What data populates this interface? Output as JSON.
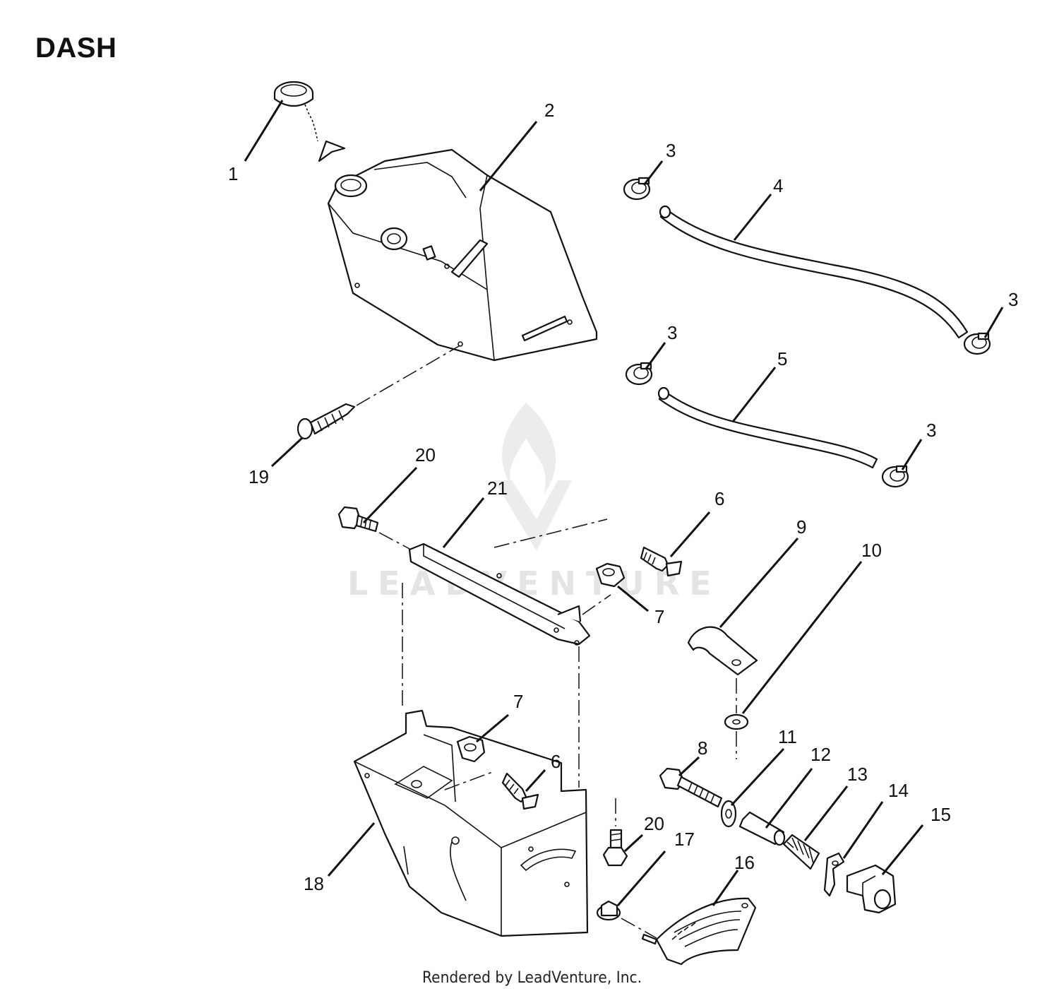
{
  "title": "DASH",
  "footer": "Rendered by LeadVenture, Inc.",
  "watermark": "LEADVENTURE",
  "callouts": [
    {
      "id": "c1",
      "label": "1"
    },
    {
      "id": "c2",
      "label": "2"
    },
    {
      "id": "c3a",
      "label": "3"
    },
    {
      "id": "c3b",
      "label": "3"
    },
    {
      "id": "c3c",
      "label": "3"
    },
    {
      "id": "c3d",
      "label": "3"
    },
    {
      "id": "c4",
      "label": "4"
    },
    {
      "id": "c5",
      "label": "5"
    },
    {
      "id": "c19",
      "label": "19"
    },
    {
      "id": "c20a",
      "label": "20"
    },
    {
      "id": "c21",
      "label": "21"
    },
    {
      "id": "c6a",
      "label": "6"
    },
    {
      "id": "c7a",
      "label": "7"
    },
    {
      "id": "c9",
      "label": "9"
    },
    {
      "id": "c10",
      "label": "10"
    },
    {
      "id": "c7b",
      "label": "7"
    },
    {
      "id": "c6b",
      "label": "6"
    },
    {
      "id": "c8",
      "label": "8"
    },
    {
      "id": "c11",
      "label": "11"
    },
    {
      "id": "c12",
      "label": "12"
    },
    {
      "id": "c13",
      "label": "13"
    },
    {
      "id": "c14",
      "label": "14"
    },
    {
      "id": "c15",
      "label": "15"
    },
    {
      "id": "c18",
      "label": "18"
    },
    {
      "id": "c20b",
      "label": "20"
    },
    {
      "id": "c17",
      "label": "17"
    },
    {
      "id": "c16",
      "label": "16"
    }
  ]
}
